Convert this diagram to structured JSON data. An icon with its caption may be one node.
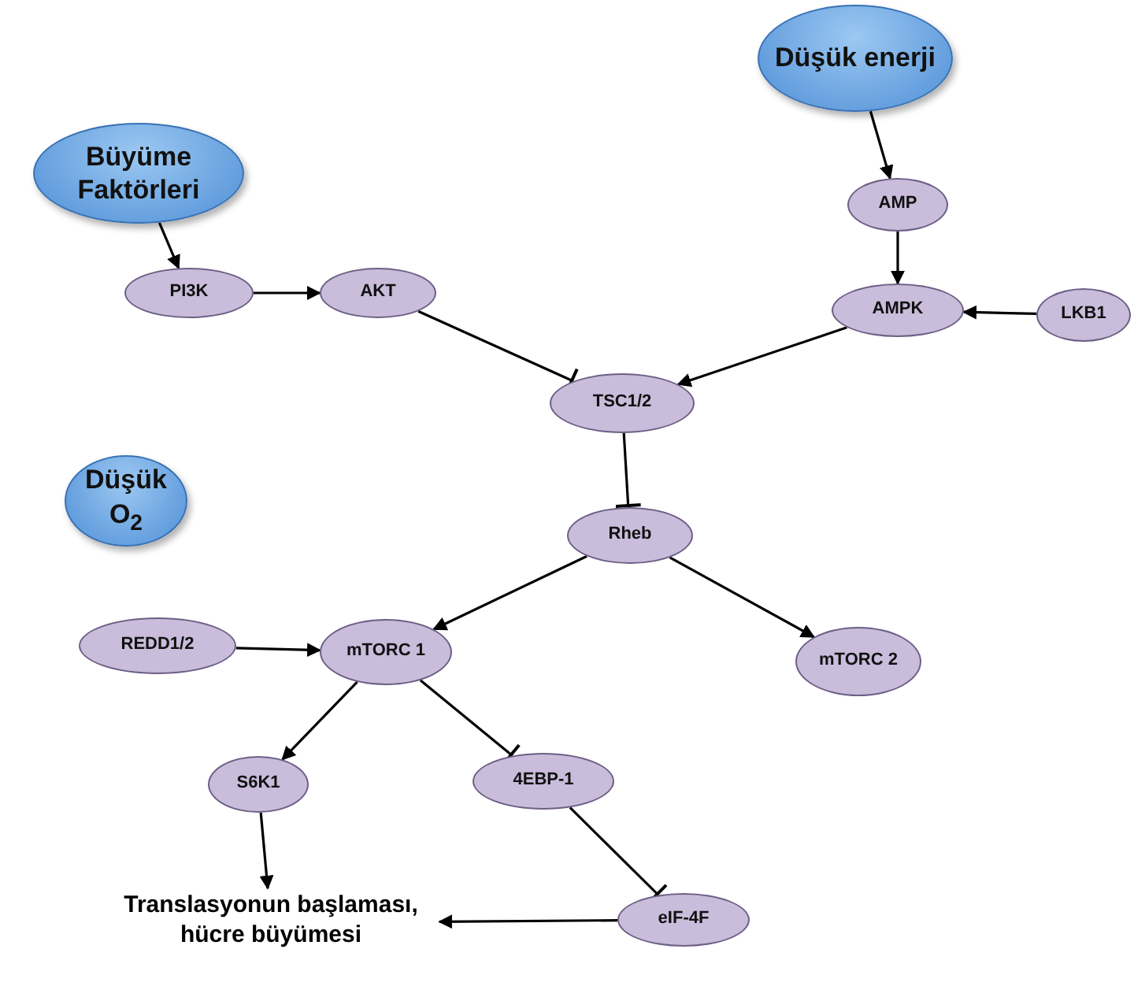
{
  "diagram": {
    "nodes": [
      {
        "text": [
          "Büyüme Faktörleri"
        ]
      },
      {
        "text": [
          "Düşük enerji"
        ]
      },
      {
        "text": [
          "AMP"
        ]
      },
      {
        "text": [
          "PI3K"
        ]
      },
      {
        "text": [
          "AKT"
        ]
      },
      {
        "text": [
          "AMPK"
        ]
      },
      {
        "text": [
          "LKB1"
        ]
      },
      {
        "text": [
          "TSC1/2"
        ]
      },
      {
        "text": [
          "Düşük O$_{2}$"
        ]
      },
      {
        "text": [
          "Rheb"
        ]
      },
      {
        "text": [
          "REDD1/2"
        ]
      },
      {
        "text": [
          "mTORC 1"
        ]
      },
      {
        "text": [
          "mTORC 2"
        ]
      },
      {
        "text": [
          "S6K1"
        ]
      },
      {
        "text": [
          "4EBP-1"
        ]
      },
      {
        "text": [
          "eIF-4F"
        ]
      },
      {
        "text": [
          "Translasyonun başlaması, hücre büyümesi"
        ]
      }
    ],
    "edges": [
      {
        "from": 0,
        "to": 3,
        "arrow": "to"
      },
      {
        "from": 3,
        "to": 4,
        "arrow": "to"
      },
      {
        "from": 4,
        "to": 7,
        "arrow": "other"
      },
      {
        "from": 1,
        "to": 2,
        "arrow": "to"
      },
      {
        "from": 2,
        "to": 5,
        "arrow": "to"
      },
      {
        "from": 6,
        "to": 5,
        "arrow": "to"
      },
      {
        "from": 5,
        "to": 7,
        "arrow": "to"
      },
      {
        "from": 7,
        "to": 9,
        "arrow": "other"
      },
      {
        "from": 9,
        "to": 11,
        "arrow": "to"
      },
      {
        "from": 9,
        "to": 12,
        "arrow": "to"
      },
      {
        "from": 10,
        "to": 11,
        "arrow": "to"
      },
      {
        "from": 11,
        "to": 13,
        "arrow": "to"
      },
      {
        "from": 11,
        "to": 14,
        "arrow": "other"
      },
      {
        "from": 14,
        "to": 15,
        "arrow": "other"
      },
      {
        "from": 13,
        "to": 16,
        "arrow": "to"
      },
      {
        "from": 15,
        "to": 16,
        "arrow": "to"
      }
    ]
  }
}
